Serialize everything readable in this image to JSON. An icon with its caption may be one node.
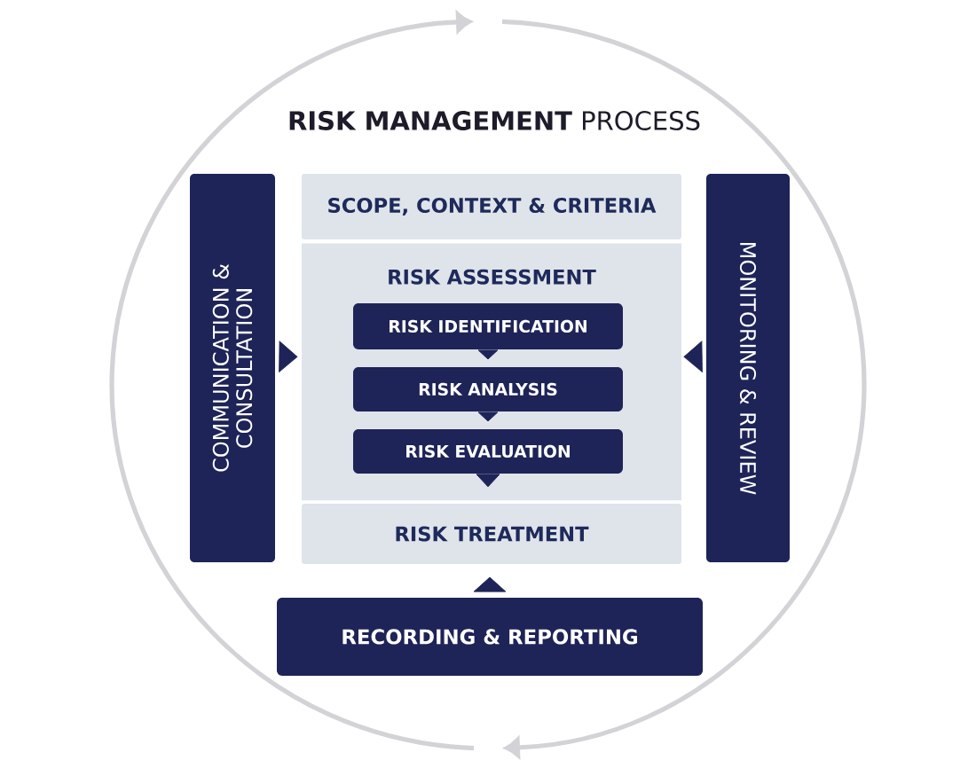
{
  "diagram": {
    "title": "**RISK MANAGEMENT** PROCESS",
    "nodes": [
      {
        "text": [
          "COMMUNICATION & CONSULTATION"
        ]
      },
      {
        "text": [
          "SCOPE, CONTEXT & CRITERIA"
        ]
      },
      {
        "text": [
          "RISK ASSESSMENT"
        ]
      },
      {
        "text": [
          "RISK IDENTIFICATION"
        ],
        "in": 2
      },
      {
        "text": [
          "RISK ANALYSIS"
        ],
        "in": 2
      },
      {
        "text": [
          "RISK EVALUATION"
        ],
        "in": 2
      },
      {
        "text": [
          "RISK TREATMENT"
        ]
      },
      {
        "text": [
          "MONITORING & REVIEW"
        ]
      },
      {
        "text": [
          "RECORDING & REPORTING"
        ]
      }
    ],
    "edges": [
      {
        "from": 3,
        "to": 4,
        "arrow": "to"
      },
      {
        "from": 4,
        "to": 5,
        "arrow": "to"
      },
      {
        "from": 5,
        "to": 6,
        "arrow": "to"
      },
      {
        "from": 0,
        "to": 2,
        "arrow": "to"
      },
      {
        "from": 7,
        "to": 2,
        "arrow": "to"
      },
      {
        "from": 8,
        "to": 6,
        "arrow": "to"
      }
    ]
  }
}
